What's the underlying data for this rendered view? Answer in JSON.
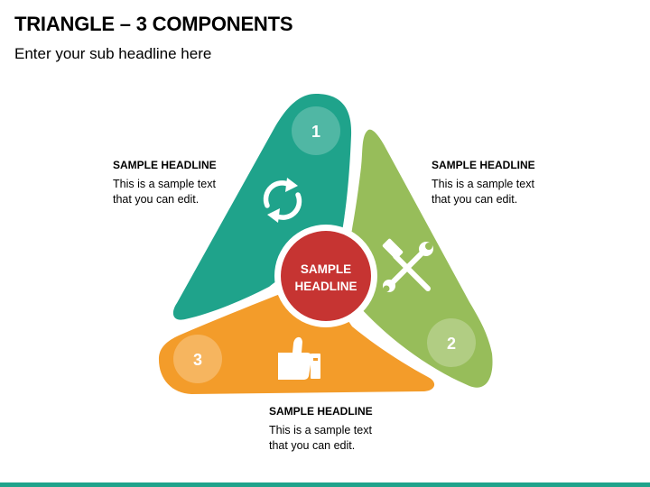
{
  "slide": {
    "title": "TRIANGLE – 3 COMPONENTS",
    "subtitle": "Enter your sub headline here"
  },
  "center": {
    "line1": "SAMPLE",
    "line2": "HEADLINE",
    "color": "#c63432"
  },
  "segments": [
    {
      "number": "1",
      "color": "#1fa38b",
      "icon": "refresh-arrows-icon"
    },
    {
      "number": "2",
      "color": "#97bd5a",
      "icon": "hammer-wrench-icon"
    },
    {
      "number": "3",
      "color": "#f39c2a",
      "icon": "thumbs-up-icon"
    }
  ],
  "callouts": [
    {
      "headline": "SAMPLE HEADLINE",
      "text": "This is a sample text\nthat you can edit."
    },
    {
      "headline": "SAMPLE HEADLINE",
      "text": "This is a sample text\nthat you can edit."
    },
    {
      "headline": "SAMPLE HEADLINE",
      "text": "This is a sample text\nthat you can edit."
    }
  ],
  "accent_color": "#1fa38b"
}
